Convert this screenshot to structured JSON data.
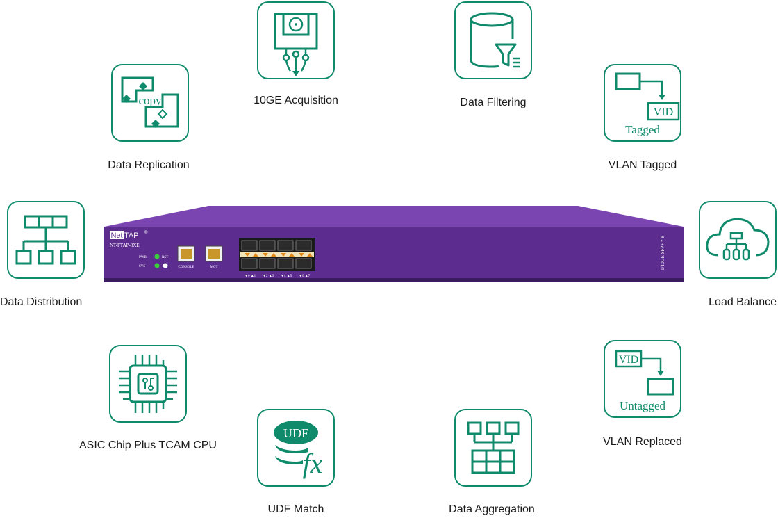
{
  "colors": {
    "accent": "#0f8a6a",
    "device": "#5c2d8f",
    "device_top": "#6e3aa3",
    "device_edge": "#3a1a60"
  },
  "features": {
    "acquisition": {
      "label": "10GE Acquisition",
      "icon": "fiber-tap-icon"
    },
    "filtering": {
      "label": "Data Filtering",
      "icon": "database-filter-icon"
    },
    "replication": {
      "label": "Data Replication",
      "icon": "copy-icon",
      "icon_text": "copy"
    },
    "vlan_tagged": {
      "label": "VLAN Tagged",
      "icon": "vlan-tag-icon",
      "icon_text": "VID",
      "caption": "Tagged"
    },
    "distribution": {
      "label": "Data Distribution",
      "icon": "hierarchy-icon"
    },
    "load_balance": {
      "label": "Load Balance",
      "icon": "cloud-balance-icon"
    },
    "asic": {
      "label": "ASIC Chip Plus TCAM CPU",
      "icon": "chip-icon"
    },
    "vlan_replaced": {
      "label": "VLAN Replaced",
      "icon": "vlan-untag-icon",
      "icon_text": "VID",
      "caption": "Untagged"
    },
    "udf": {
      "label": "UDF Match",
      "icon": "udf-function-icon",
      "icon_text": "UDF",
      "fx": "fx"
    },
    "aggregation": {
      "label": "Data Aggregation",
      "icon": "aggregation-icon"
    }
  },
  "device": {
    "brand_net": "Net",
    "brand_tap": "TAP",
    "brand_mark": "®",
    "model": "NT-FTAP-8XE",
    "leds": {
      "pwr": "PWR",
      "rst": "RST",
      "sys": "SYS"
    },
    "ports": {
      "console": "CONSOLE",
      "mgt": "MGT"
    },
    "port_numbers": [
      "▼0 ▲1",
      "▼2 ▲3",
      "▼4 ▲5",
      "▼6 ▲7"
    ],
    "side_label": "1/10GE SFP+ * 8"
  }
}
